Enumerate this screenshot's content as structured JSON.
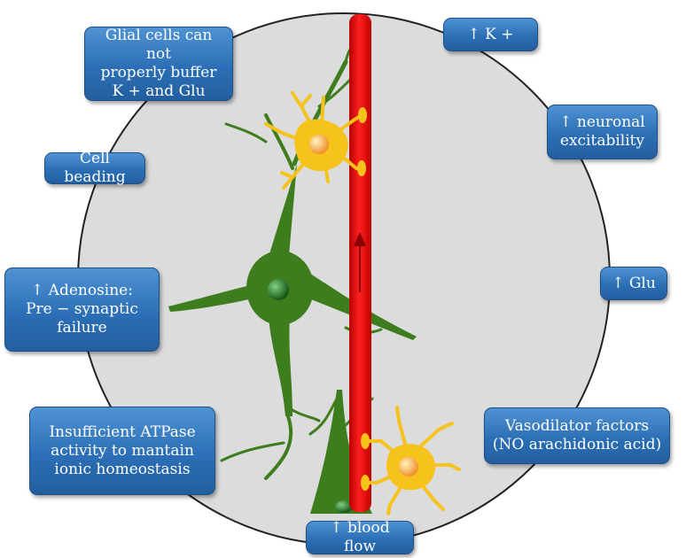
{
  "boxes": {
    "glial": "Glial cells can not\nproperly buffer\nK + and Glu",
    "k_plus": "↑ K +",
    "neuronal": "↑ neuronal\nexcitability",
    "beading": "Cell beading",
    "adenosine": "↑ Adenosine:\nPre − synaptic\nfailure",
    "glu": "↑ Glu",
    "atpase": "Insufficient ATPase\nactivity to mantain\nionic homeostasis",
    "vasodilator": "Vasodilator factors\n(NO arachidonic acid)",
    "blood_flow": "↑ blood flow"
  },
  "colors": {
    "circle_fill": "#dcdcdc",
    "vessel": "#ee1111",
    "neuron": "#3e7d1e",
    "astrocyte": "#f6c21c",
    "box": "#2c6fb6"
  }
}
